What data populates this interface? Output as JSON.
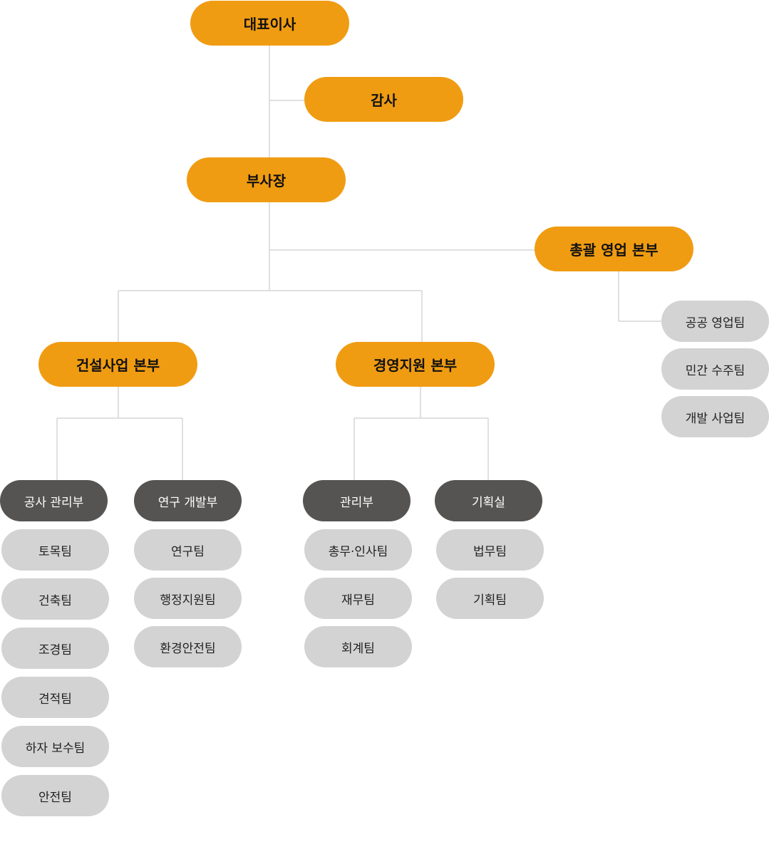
{
  "colors": {
    "executive": "#F09C12",
    "department": "#565452",
    "team": "#D3D3D3",
    "connector": "#D6D6D6"
  },
  "org": {
    "ceo": "대표이사",
    "auditor": "감사",
    "vice_president": "부사장",
    "sales_hq": {
      "label": "총괄 영업 본부",
      "teams": [
        "공공 영업팀",
        "민간 수주팀",
        "개발 사업팀"
      ]
    },
    "construction_hq": {
      "label": "건설사업 본부",
      "departments": [
        {
          "label": "공사 관리부",
          "teams": [
            "토목팀",
            "건축팀",
            "조경팀",
            "견적팀",
            "하자 보수팀",
            "안전팀"
          ]
        },
        {
          "label": "연구 개발부",
          "teams": [
            "연구팀",
            "행정지원팀",
            "환경안전팀"
          ]
        }
      ]
    },
    "management_hq": {
      "label": "경영지원 본부",
      "departments": [
        {
          "label": "관리부",
          "teams": [
            "총무·인사팀",
            "재무팀",
            "회계팀"
          ]
        },
        {
          "label": "기획실",
          "teams": [
            "법무팀",
            "기획팀"
          ]
        }
      ]
    }
  }
}
